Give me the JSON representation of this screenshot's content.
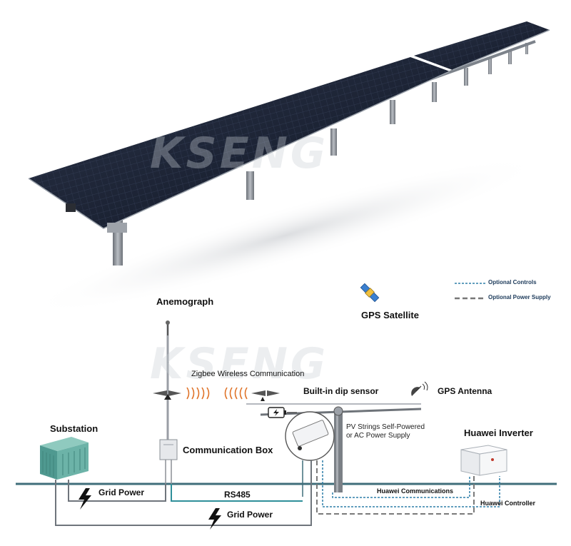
{
  "watermark": "KSENG",
  "legend": {
    "optional_controls": "Optional Controls",
    "optional_power_supply": "Optional Power Supply"
  },
  "labels": {
    "anemograph": "Anemograph",
    "gps_satellite": "GPS Satellite",
    "zigbee": "Zigbee Wireless Communication",
    "dip_sensor": "Built-in dip sensor",
    "gps_antenna": "GPS Antenna",
    "pv_strings_line1": "PV Strings Self-Powered",
    "pv_strings_line2": "or AC Power Supply",
    "substation": "Substation",
    "communication_box": "Communication Box",
    "huawei_inverter": "Huawei Inverter",
    "grid_power_1": "Grid Power",
    "rs485": "RS485",
    "grid_power_2": "Grid Power",
    "huawei_communications": "Huawei Communications",
    "huawei_controller": "Huawei Controller"
  },
  "colors": {
    "panel": "#1e2638",
    "panel_grid": "#3a4560",
    "steel": "#8e939a",
    "teal_line": "#2f8f9a",
    "ground": "#3f6e7a",
    "dashed_blue": "#2f7ea8",
    "substation": "#5fa89e"
  }
}
